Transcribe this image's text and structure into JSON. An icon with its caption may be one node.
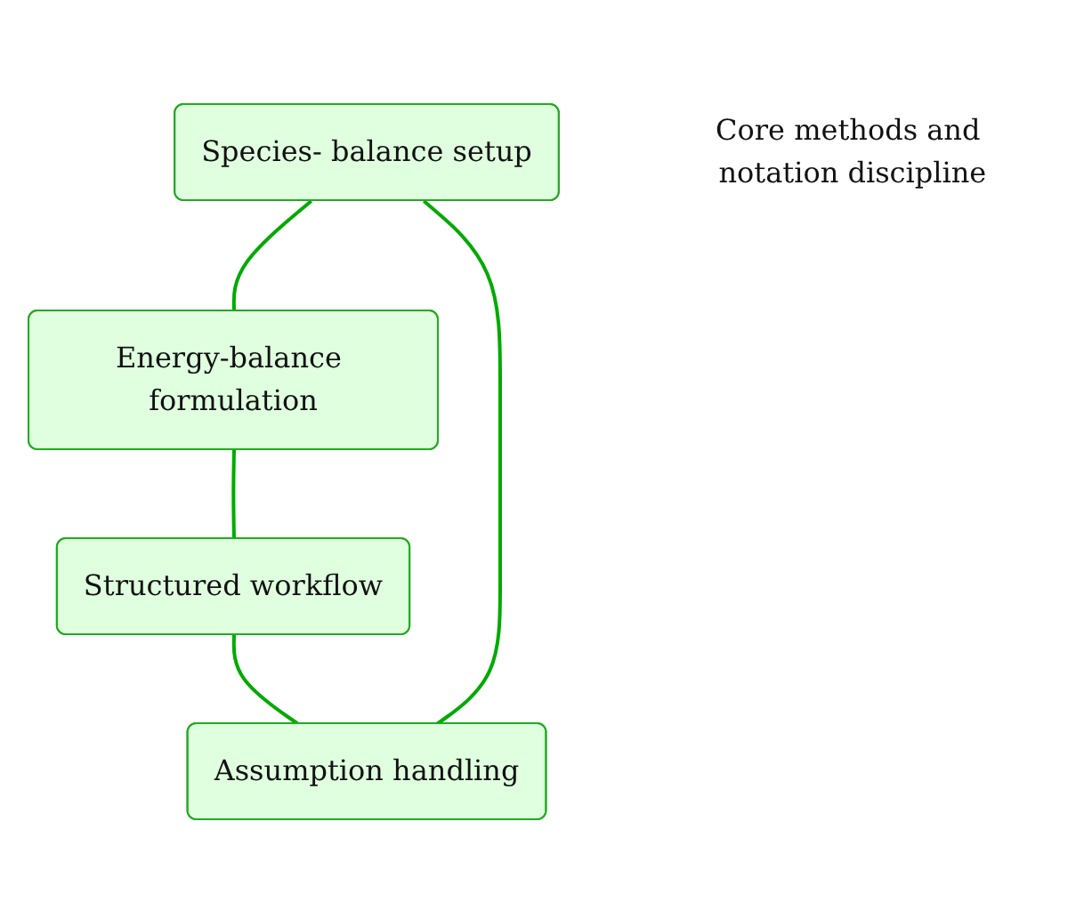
{
  "diagram": {
    "nodes": [
      {
        "text": [
          "Species- balance setup"
        ]
      },
      {
        "text": [
          "Energy-balance formulation"
        ]
      },
      {
        "text": [
          "Core methods and notation discipline"
        ]
      },
      {
        "text": [
          "Assumption handling"
        ]
      },
      {
        "text": [
          "Structured workflow"
        ]
      }
    ],
    "edges": [
      {
        "from": 0,
        "to": 1,
        "arrow": "none"
      },
      {
        "from": 1,
        "to": 4,
        "arrow": "none"
      },
      {
        "from": 4,
        "to": 3,
        "arrow": "none"
      },
      {
        "from": 3,
        "to": 0,
        "arrow": "none"
      }
    ]
  }
}
